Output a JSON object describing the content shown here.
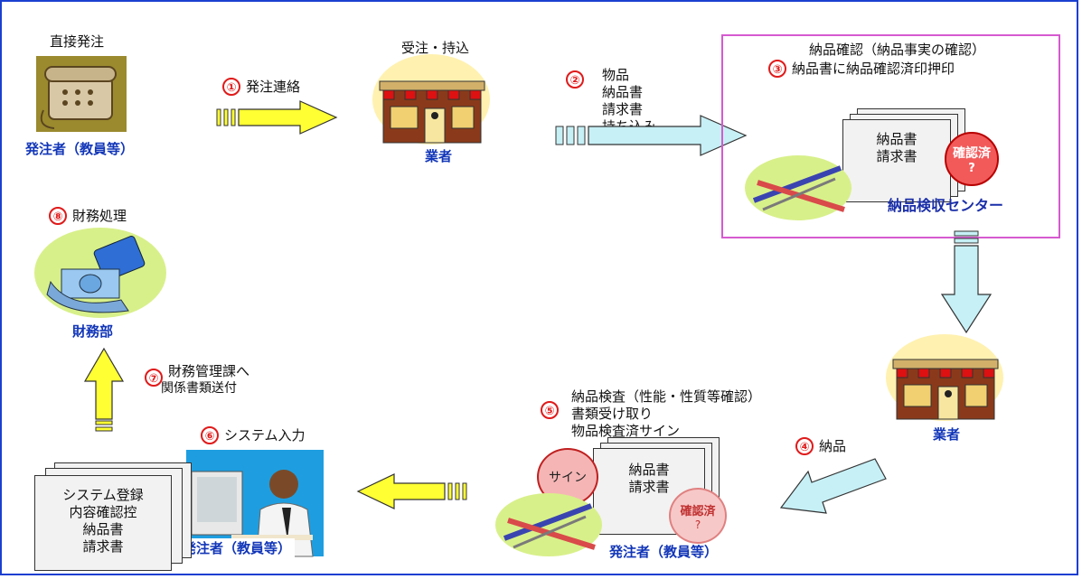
{
  "title": "",
  "steps": {
    "direct_order_label": "直接発注",
    "orderer_top": "発注者（教員等）",
    "s1": {
      "num": "①",
      "label": "発注連絡"
    },
    "receive_label": "受注・持込",
    "vendor_top": "業者",
    "s2": {
      "num": "②",
      "lines": [
        "物品",
        "納品書",
        "請求書",
        "持ち込み"
      ]
    },
    "s3": {
      "line1": "納品確認（納品事実の確認）",
      "num": "③",
      "line2": "納品書に納品確認済印押印"
    },
    "center_docs": [
      "納品書",
      "請求書"
    ],
    "stamp_confirmed": "確認済",
    "stamp_q": "?",
    "center_name": "納品検収センター",
    "vendor_right": "業者",
    "s4": {
      "num": "④",
      "label": "納品"
    },
    "s5": {
      "num": "⑤",
      "line1": "納品検査（性能・性質等確認）",
      "line2": "書類受け取り",
      "line3": "物品検査済サイン"
    },
    "sign_stamp": "サイン",
    "bottom_docs": [
      "納品書",
      "請求書"
    ],
    "orderer_bottom": "発注者（教員等）",
    "s6": {
      "num": "⑥",
      "label": "システム入力"
    },
    "orderer_pc": "発注者（教員等）",
    "left_docs": [
      "システム登録",
      "内容確認控",
      "納品書",
      "請求書"
    ],
    "s7": {
      "num": "⑦",
      "line1": "財務管理課へ",
      "line2": "関係書類送付"
    },
    "s8": {
      "num": "⑧",
      "label": "財務処理"
    },
    "finance_dept": "財務部"
  },
  "colors": {
    "frame": "#1a3fd0",
    "accent_red": "#e01a1a",
    "yellow_arrow": "#ffff33",
    "cyan_arrow": "#c6f0f6",
    "pink_box": "#d65ad0",
    "label_blue": "#1236b8"
  },
  "icons": [
    "telephone-icon",
    "shop-icon",
    "pencils-icon",
    "money-hand-icon",
    "computer-user-icon"
  ]
}
